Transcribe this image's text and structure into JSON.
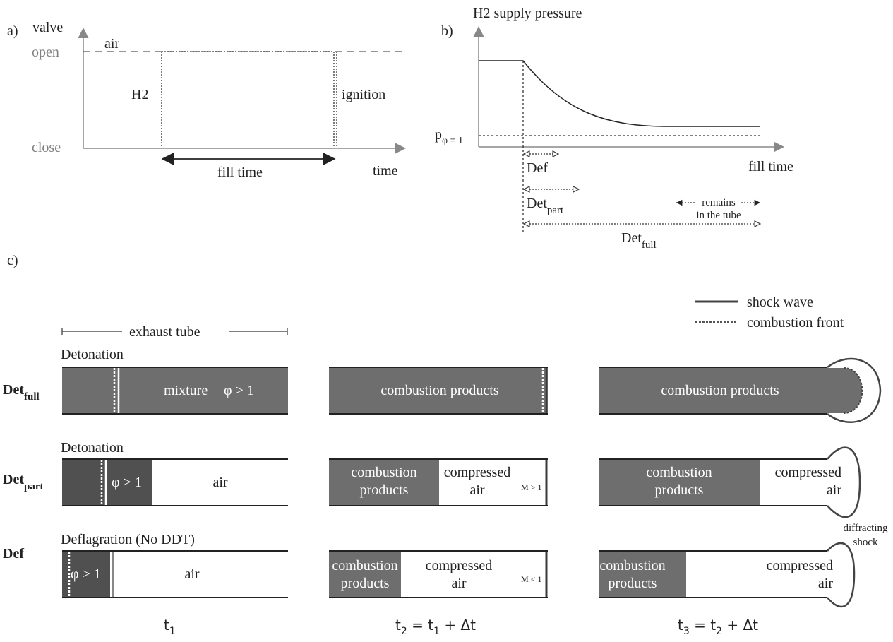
{
  "panel_a": {
    "label": "a)",
    "y_axis_label": "valve",
    "open_label": "open",
    "close_label": "close",
    "x_axis_label": "time",
    "air_label": "air",
    "h2_label": "H2",
    "ignition_label": "ignition",
    "fill_time_label": "fill time"
  },
  "panel_b": {
    "label": "b)",
    "y_axis_label": "H2 supply pressure",
    "x_axis_label": "fill time",
    "p_label": "p",
    "p_sub": "φ = 1",
    "def_label": "Def",
    "det_part_label": "Det",
    "det_part_sub": "part",
    "det_full_label": "Det",
    "det_full_sub": "full",
    "remains_line1": "remains",
    "remains_line2": "in the tube"
  },
  "panel_c": {
    "label": "c)",
    "legend": {
      "shock": "shock wave",
      "combustion": "combustion front"
    },
    "exhaust_tube": "exhaust tube",
    "colors": {
      "dark": "#505050",
      "mid": "#6e6e6e",
      "outline": "#3a3a3a"
    },
    "rows": {
      "full": {
        "label": "Det",
        "sub": "full",
        "title": "Detonation",
        "t1_mixture": "mixture",
        "t1_phi": "φ > 1",
        "t2_products": "combustion products",
        "t3_products": "combustion products"
      },
      "part": {
        "label": "Det",
        "sub": "part",
        "title": "Detonation",
        "t1_phi": "φ > 1",
        "t1_air": "air",
        "t2_products_1": "combustion",
        "t2_products_2": "products",
        "t2_air_1": "compressed",
        "t2_air_2": "air",
        "t2_mach": "M > 1",
        "t3_products_1": "combustion",
        "t3_products_2": "products",
        "t3_air_1": "compressed",
        "t3_air_2": "air"
      },
      "def": {
        "label": "Def",
        "title": "Deflagration (No DDT)",
        "t1_phi": "φ > 1",
        "t1_air": "air",
        "t2_products_1": "combustion",
        "t2_products_2": "products",
        "t2_air_1": "compressed",
        "t2_air_2": "air",
        "t2_mach": "M < 1",
        "t3_products_1": "combustion",
        "t3_products_2": "products",
        "t3_air_1": "compressed",
        "t3_air_2": "air"
      }
    },
    "diffracting_1": "diffracting",
    "diffracting_2": "shock",
    "times": {
      "t1": "t",
      "t1_sub": "1",
      "t2": "t",
      "t2_sub": "2",
      "t2_rest": " = t",
      "t2_sub2": "1",
      "t2_tail": " + Δt",
      "t3": "t",
      "t3_sub": "3",
      "t3_rest": " = t",
      "t3_sub2": "2",
      "t3_tail": " + Δt"
    }
  }
}
